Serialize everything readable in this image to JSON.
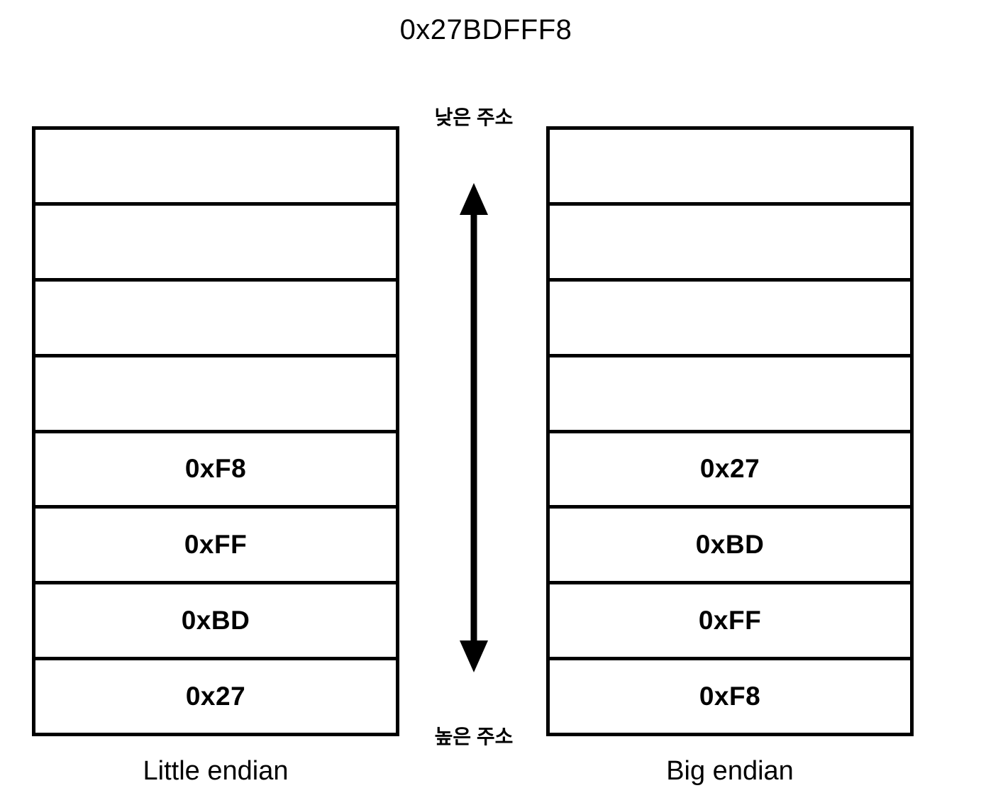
{
  "title": "0x27BDFFF8",
  "axis": {
    "low_label": "낮은 주소",
    "high_label": "높은 주소",
    "arrow_icon": "double-headed-vertical-arrow-icon",
    "direction": "low address at top, high address at bottom"
  },
  "colors": {
    "background": "#ffffff",
    "stroke": "#000000",
    "text": "#000000"
  },
  "tables": {
    "little_endian": {
      "caption": "Little endian",
      "row_count": 8,
      "cells": [
        "",
        "",
        "",
        "",
        "0xF8",
        "0xFF",
        "0xBD",
        "0x27"
      ]
    },
    "big_endian": {
      "caption": "Big endian",
      "row_count": 8,
      "cells": [
        "",
        "",
        "",
        "",
        "0x27",
        "0xBD",
        "0xFF",
        "0xF8"
      ]
    }
  }
}
